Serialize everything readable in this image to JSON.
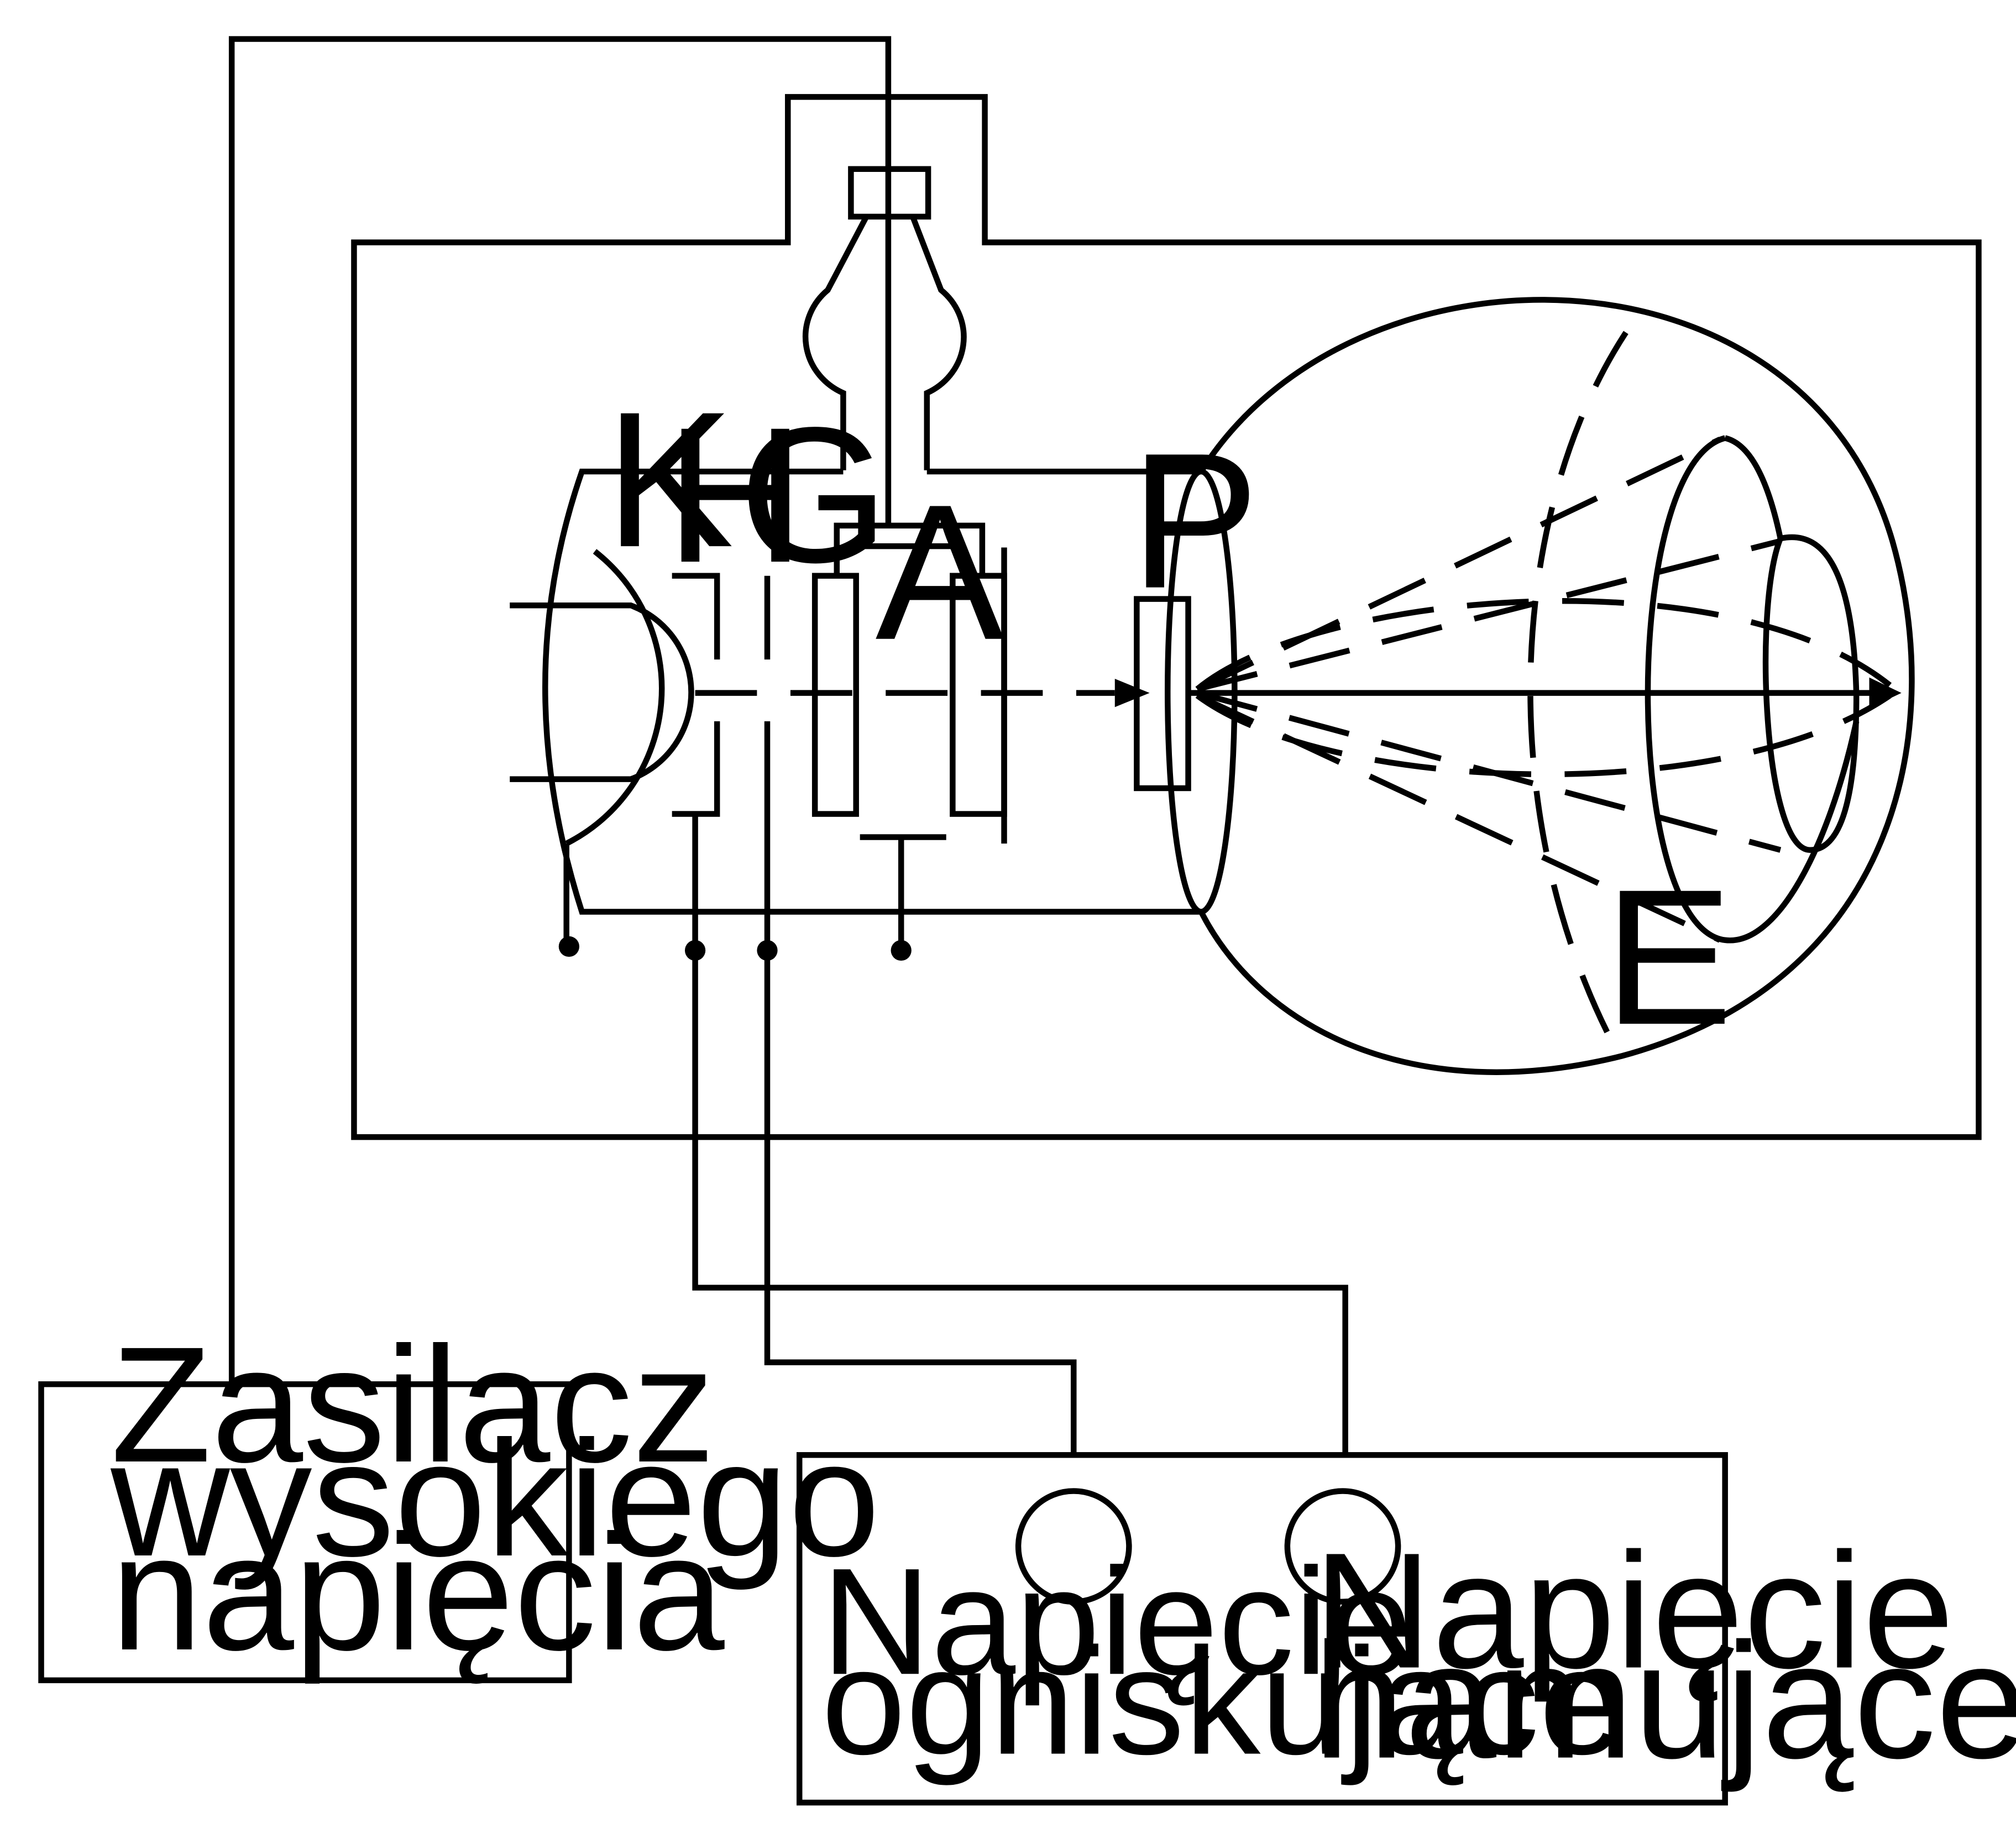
{
  "labels": {
    "cathode": "K",
    "heater": "H",
    "grid": "G",
    "anode": "A",
    "plate": "P",
    "screen": "E"
  },
  "power_supply": {
    "line1": "Zasilacz",
    "line2": "wysokiego",
    "line3": "napięcia"
  },
  "control_panel": {
    "focus_line1": "Napięcie",
    "focus_line2": "ogniskujące",
    "retard_line1": "Napięcie",
    "retard_line2": "hamujące"
  }
}
